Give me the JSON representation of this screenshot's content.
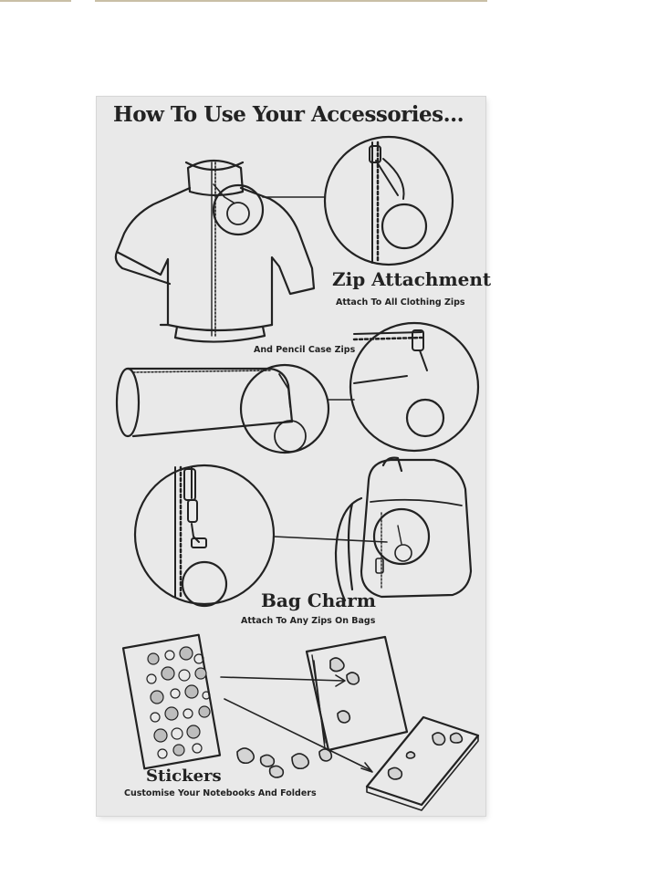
{
  "title": "How To Use Your Accessories...",
  "zip": {
    "heading": "Zip Attachment",
    "subtitle": "Attach To All Clothing Zips"
  },
  "pencil_case": {
    "label": "And Pencil Case Zips"
  },
  "bag": {
    "heading": "Bag Charm",
    "subtitle": "Attach To Any Zips On Bags"
  },
  "stickers": {
    "heading": "Stickers",
    "subtitle": "Customise Your Notebooks And Folders"
  },
  "colors": {
    "card": "#e9e9e9",
    "ink": "#222222",
    "sticker_fill": "#bdbdbd"
  }
}
